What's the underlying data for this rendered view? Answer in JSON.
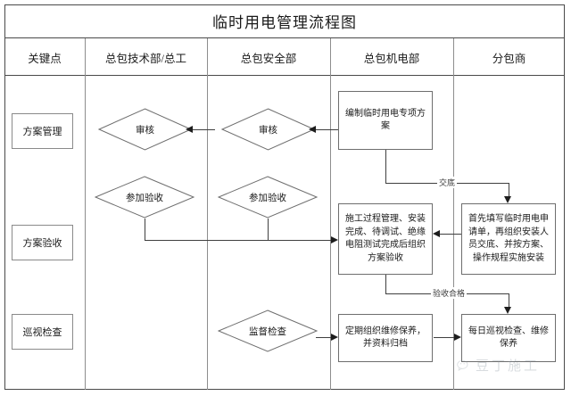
{
  "title": "临时用电管理流程图",
  "columns": [
    {
      "id": "key-points",
      "label": "关键点"
    },
    {
      "id": "tech-dept",
      "label": "总包技术部/总工"
    },
    {
      "id": "safety-dept",
      "label": "总包安全部"
    },
    {
      "id": "me-dept",
      "label": "总包机电部"
    },
    {
      "id": "subcontractor",
      "label": "分包商"
    }
  ],
  "key_points": [
    {
      "id": "plan-management",
      "label": "方案管理"
    },
    {
      "id": "plan-acceptance",
      "label": "方案验收"
    },
    {
      "id": "patrol-inspection",
      "label": "巡视检查"
    }
  ],
  "nodes": {
    "tech_review": "审核",
    "safety_review": "审核",
    "tech_join_acceptance": "参加验收",
    "safety_join_acceptance": "参加验收",
    "me_prepare_plan": "编制临时用电专项方案",
    "me_construction_mgmt": "施工过程管理、安装完成、待调试、绝缘电阻测试完成后组织方案验收",
    "me_periodic_maintenance": "定期组织维修保养，并资料归档",
    "safety_supervision": "监督检查",
    "sub_apply_install": "首先填写临时用电申请单，再组织安装人员交底、并按方案、操作规程实施安装",
    "sub_daily_patrol": "每日巡视检查、维修保养"
  },
  "edge_labels": {
    "disclosure": "交底",
    "acceptance_passed": "验收合格"
  },
  "watermark": {
    "text": "豆丁施工",
    "icon": "wechat-icon"
  },
  "colors": {
    "frame": "#4a4a4a",
    "node_border": "#6e6e6e",
    "connector": "#3f3f3f",
    "background": "#ffffff"
  }
}
